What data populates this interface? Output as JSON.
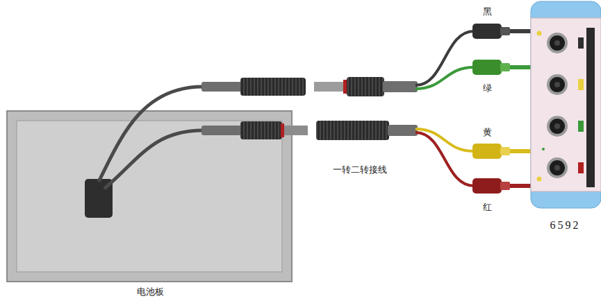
{
  "diagram": {
    "nodes": [
      {
        "text": [
          "电池板"
        ]
      },
      {
        "text": [
          "6592"
        ]
      }
    ],
    "labels": [
      "黑",
      "绿",
      "黄",
      "红",
      "一转二转接线"
    ]
  }
}
